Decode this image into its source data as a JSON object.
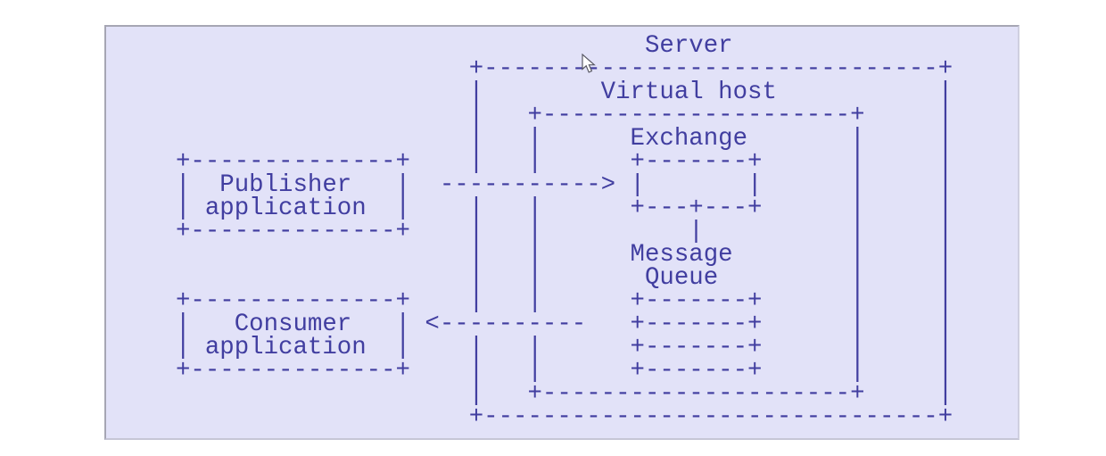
{
  "diagram": {
    "nodes": [
      {
        "name": "publisher-application",
        "label": "Publisher application"
      },
      {
        "name": "consumer-application",
        "label": "Consumer application"
      },
      {
        "name": "server",
        "label": "Server"
      },
      {
        "name": "virtual-host",
        "label": "Virtual host"
      },
      {
        "name": "exchange",
        "label": "Exchange"
      },
      {
        "name": "message-queue",
        "label": "Message Queue"
      }
    ],
    "connections": [
      {
        "from": "publisher-application",
        "to": "exchange",
        "style": "dashed-arrow-right"
      },
      {
        "from": "message-queue",
        "to": "consumer-application",
        "style": "dashed-arrow-left"
      }
    ],
    "colors": {
      "text": "#413ea0",
      "panel_background": "#e2e2f8",
      "panel_border": "#a6a6b4",
      "page_background": "#ffffff"
    },
    "lines": [
      "                                Server",
      "                    +-------------------------------+",
      "                    |        Virtual host           |",
      "                    |   +---------------------+     |",
      "                    |   |      Exchange       |     |",
      "+--------------+    |   |      +-------+      |     |",
      "|  Publisher   |  -----------> |       |      |     |",
      "| application  |    |   |      +---+---+      |     |",
      "+--------------+    |   |          |          |     |",
      "                    |   |      Message        |     |",
      "                    |   |       Queue         |     |",
      "+--------------+    |   |      +-------+      |     |",
      "|   Consumer   | <----------   +-------+      |     |",
      "| application  |    |   |      +-------+      |     |",
      "+--------------+    |   |      +-------+      |     |",
      "                    |   +---------------------+     |",
      "                    +-------------------------------+"
    ]
  }
}
